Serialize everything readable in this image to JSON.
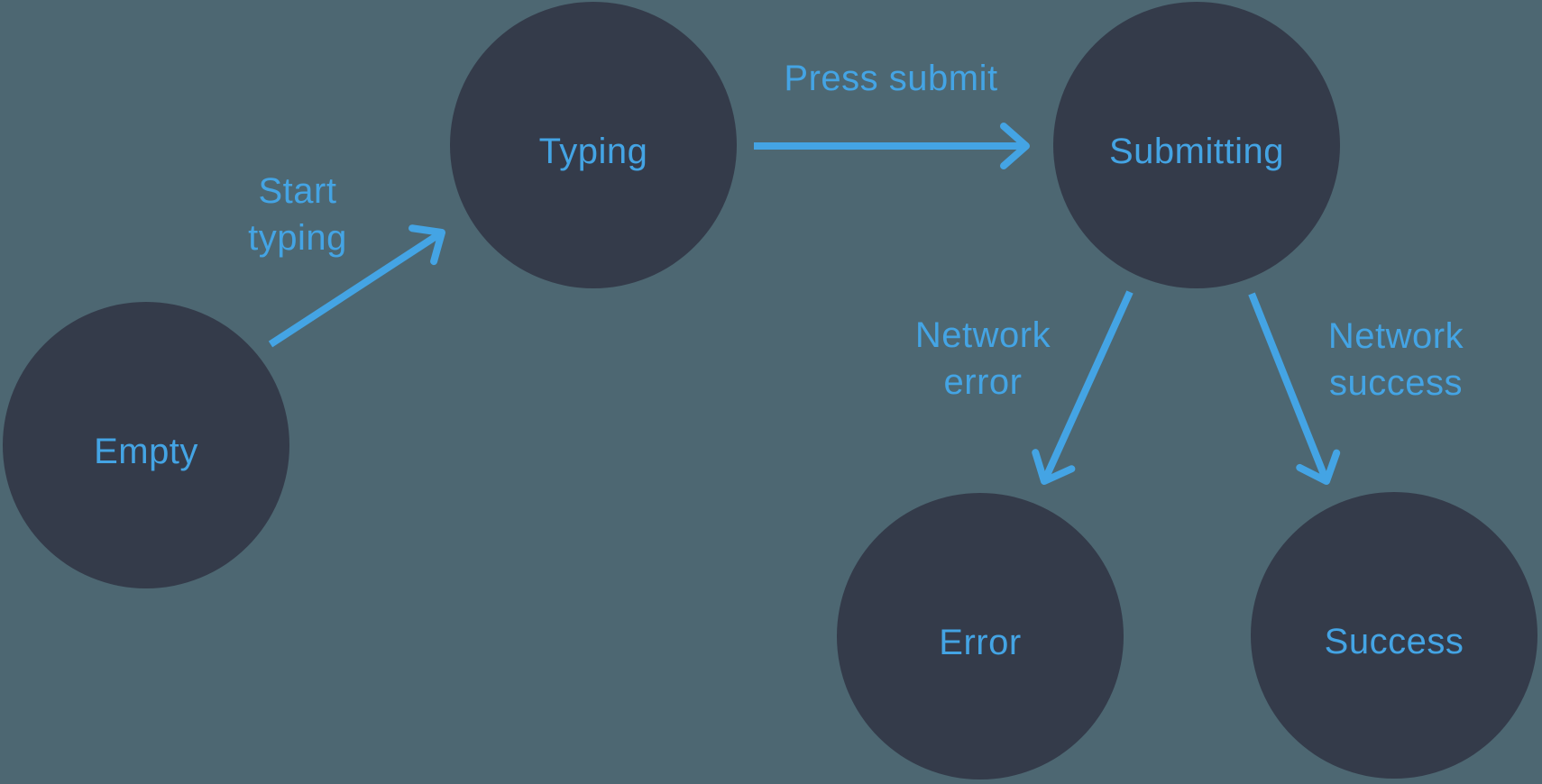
{
  "colors": {
    "background": "#4d6772",
    "node_fill": "#343b4a",
    "accent": "#44a4e4"
  },
  "diagram": {
    "type": "state-machine",
    "nodes": [
      {
        "id": "empty",
        "label": "Empty"
      },
      {
        "id": "typing",
        "label": "Typing"
      },
      {
        "id": "submitting",
        "label": "Submitting"
      },
      {
        "id": "error",
        "label": "Error"
      },
      {
        "id": "success",
        "label": "Success"
      }
    ],
    "edges": [
      {
        "from": "empty",
        "to": "typing",
        "label": "Start\ntyping"
      },
      {
        "from": "typing",
        "to": "submitting",
        "label": "Press submit"
      },
      {
        "from": "submitting",
        "to": "error",
        "label": "Network\nerror"
      },
      {
        "from": "submitting",
        "to": "success",
        "label": "Network\nsuccess"
      }
    ]
  }
}
